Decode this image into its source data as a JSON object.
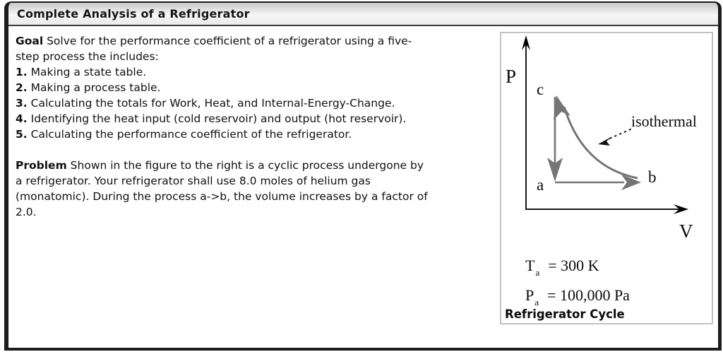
{
  "window": {
    "title": "Complete Analysis of a Refrigerator"
  },
  "goal": {
    "label": "Goal",
    "intro_lines": [
      "Solve for the performance coefficient of a refrigerator using a five-",
      "step process the includes:"
    ],
    "steps": [
      {
        "num": "1.",
        "text": "Making a state table."
      },
      {
        "num": "2.",
        "text": "Making a process table."
      },
      {
        "num": "3.",
        "text": "Calculating the totals for Work, Heat, and Internal-Energy-Change."
      },
      {
        "num": "4.",
        "text": "Identifying the heat input (cold reservoir) and output (hot reservoir)."
      },
      {
        "num": "5.",
        "text": "Calculating the performance coefficient of the refrigerator."
      }
    ]
  },
  "problem": {
    "label": "Problem",
    "lines": [
      "Shown in the figure to the right is a cyclic process undergone by",
      "a refrigerator. Your refrigerator shall use 8.0 moles of helium gas",
      "(monatomic). During the process a->b, the volume increases by a factor of",
      "2.0."
    ]
  },
  "figure": {
    "axis_y_label": "P",
    "axis_x_label": "V",
    "point_c": "c",
    "point_a": "a",
    "point_b": "b",
    "isothermal_label": "isothermal",
    "equations": [
      {
        "base": "T",
        "sub": "a",
        "value": "= 300 K"
      },
      {
        "base": "P",
        "sub": "a",
        "value": "= 100,000 Pa"
      }
    ],
    "caption": "Refrigerator Cycle",
    "cycle_description": "a->b isobaric expansion, b->c isothermal compression, c->a isochoric pressure drop",
    "colors": {
      "process_gray": "#757575",
      "axis_black": "#1a1a1a"
    }
  }
}
